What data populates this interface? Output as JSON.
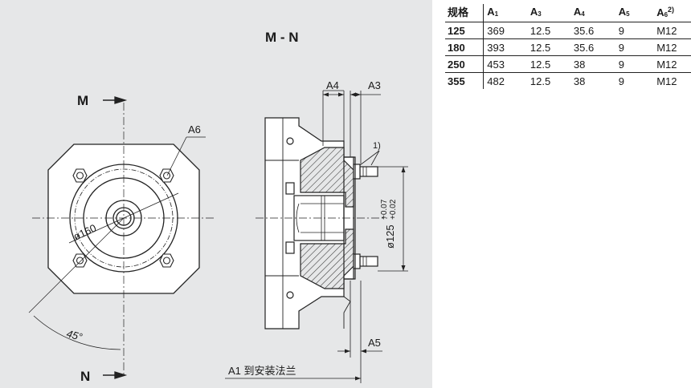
{
  "drawing": {
    "view_title": "M - N",
    "section_m": "M",
    "section_n": "N",
    "callout_a6": "A6",
    "callout_a4": "A4",
    "callout_a3": "A3",
    "callout_a5": "A5",
    "diameter_160": "ø160",
    "angle_45": "45°",
    "diameter_125": "ø125",
    "tolerance_upper": "+0.07",
    "tolerance_lower": "+0.02",
    "note_1": "1)",
    "a1_label": "A1 到安装法兰"
  },
  "table": {
    "headers": {
      "size": "规格",
      "a1": "A",
      "a1_sub": "1",
      "a3": "A",
      "a3_sub": "3",
      "a4": "A",
      "a4_sub": "4",
      "a5": "A",
      "a5_sub": "5",
      "a6": "A",
      "a6_sub": "6",
      "a6_note": "2)"
    },
    "rows": [
      {
        "size": "125",
        "a1": "369",
        "a3": "12.5",
        "a4": "35.6",
        "a5": "9",
        "a6": "M12"
      },
      {
        "size": "180",
        "a1": "393",
        "a3": "12.5",
        "a4": "35.6",
        "a5": "9",
        "a6": "M12"
      },
      {
        "size": "250",
        "a1": "453",
        "a3": "12.5",
        "a4": "38",
        "a5": "9",
        "a6": "M12"
      },
      {
        "size": "355",
        "a1": "482",
        "a3": "12.5",
        "a4": "38",
        "a5": "9",
        "a6": "M12"
      }
    ]
  }
}
